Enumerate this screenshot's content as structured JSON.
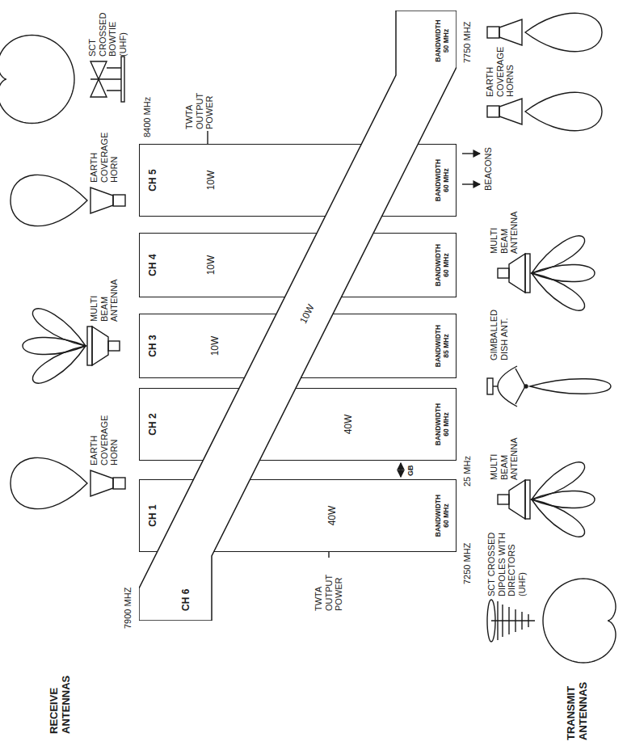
{
  "diagram": {
    "nodes": [
      {
        "text": [
          "CH 1",
          "40W",
          "BANDWIDTH 60 MHz"
        ]
      },
      {
        "text": [
          "CH 2",
          "40W",
          "BANDWIDTH 60 MHz"
        ]
      },
      {
        "text": [
          "CH 3",
          "10W",
          "BANDWIDTH 85 MHz"
        ]
      },
      {
        "text": [
          "CH 4",
          "10W",
          "BANDWIDTH 60 MHz"
        ]
      },
      {
        "text": [
          "CH 5",
          "10W",
          "BANDWIDTH 60 MHz"
        ]
      },
      {
        "text": [
          "CH 6",
          "10W",
          "BANDWIDTH 50 MHz"
        ]
      }
    ],
    "labels": [
      "RECEIVE ANTENNAS",
      "EARTH COVERAGE HORN",
      "MULTI BEAM ANTENNA",
      "EARTH COVERAGE HORN",
      "SCT CROSSED BOWTIE (UHF)",
      "7900 MHZ",
      "8400 MHz",
      "TWTA OUTPUT POWER",
      "7750 MHZ",
      "TWTA OUTPUT POWER",
      "7250 MHZ",
      "GB",
      "25 MHz",
      "TRANSMIT ANTENNAS",
      "SCT CROSSED DIPOLES WITH DIRECTORS (UHF)",
      "MULTI BEAM ANTENNA",
      "GIMBALLED DISH ANT.",
      "MULTI BEAM ANTENNA",
      "BEACONS",
      "EARTH COVERAGE HORNS"
    ]
  }
}
